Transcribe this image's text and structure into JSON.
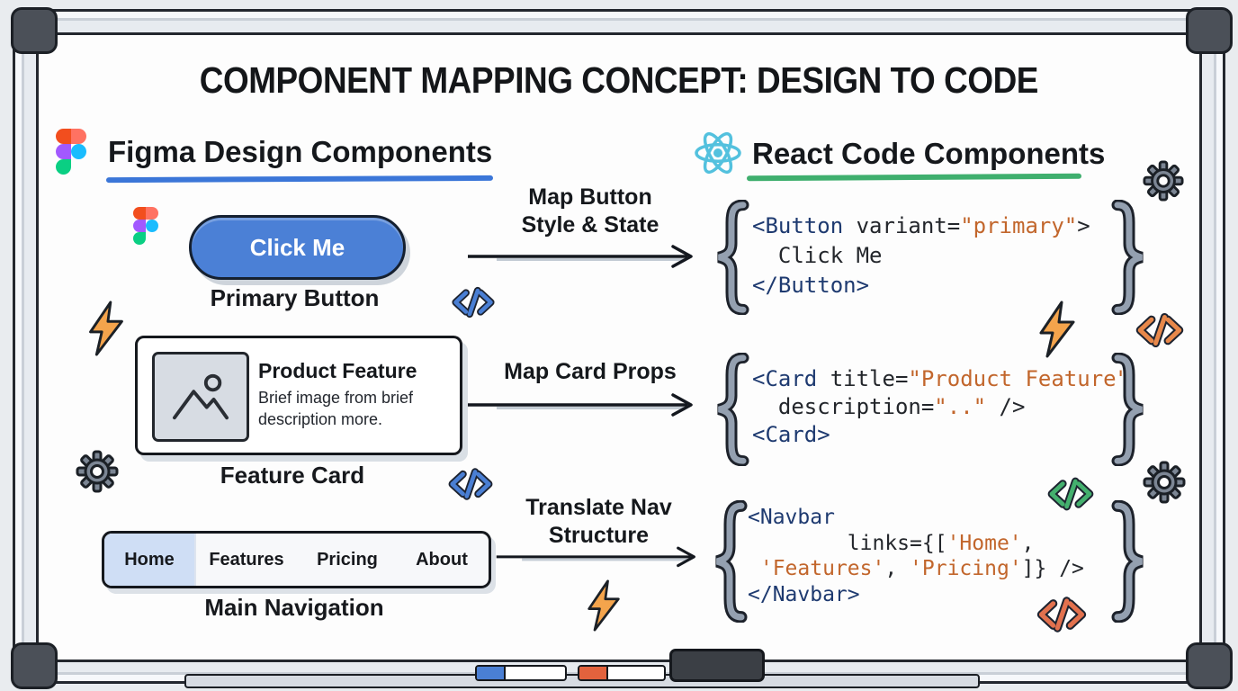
{
  "title": "COMPONENT MAPPING CONCEPT: DESIGN TO CODE",
  "left_section": {
    "header": "Figma Design Components",
    "button": {
      "text": "Click Me",
      "label": "Primary Button"
    },
    "card": {
      "title": "Product Feature",
      "description_line1": "Brief image from brief",
      "description_line2": "description more.",
      "label": "Feature Card"
    },
    "nav": {
      "items": [
        "Home",
        "Features",
        "Pricing",
        "About"
      ],
      "active_item": "Home",
      "label": "Main Navigation"
    }
  },
  "right_section": {
    "header": "React Code Components"
  },
  "arrows": [
    {
      "label_line1": "Map Button",
      "label_line2": "Style & State"
    },
    {
      "label_line1": "Map Card Props",
      "label_line2": ""
    },
    {
      "label_line1": "Translate Nav",
      "label_line2": "Structure"
    }
  ],
  "code_blocks": [
    {
      "lines": [
        [
          {
            "t": "<Button",
            "c": "tag"
          },
          {
            "t": " variant=",
            "c": "pln"
          },
          {
            "t": "\"primary\"",
            "c": "str"
          },
          {
            "t": ">",
            "c": "pln"
          }
        ],
        [
          {
            "t": "  Click Me",
            "c": "pln"
          }
        ],
        [
          {
            "t": "</Button>",
            "c": "tag"
          }
        ]
      ]
    },
    {
      "lines": [
        [
          {
            "t": "<Card",
            "c": "tag"
          },
          {
            "t": " title=",
            "c": "pln"
          },
          {
            "t": "\"Product Feature\"",
            "c": "str"
          }
        ],
        [
          {
            "t": "  description=",
            "c": "pln"
          },
          {
            "t": "\"..\"",
            "c": "str"
          },
          {
            "t": " />",
            "c": "pln"
          }
        ],
        [
          {
            "t": "<Card>",
            "c": "tag"
          }
        ]
      ]
    },
    {
      "lines": [
        [
          {
            "t": "<Navbar",
            "c": "tag"
          }
        ],
        [
          {
            "t": "        links={[",
            "c": "pln"
          },
          {
            "t": "'Home'",
            "c": "str"
          },
          {
            "t": ",",
            "c": "pln"
          }
        ],
        [
          {
            "t": " ",
            "c": "pln"
          },
          {
            "t": "'Features'",
            "c": "str"
          },
          {
            "t": ", ",
            "c": "pln"
          },
          {
            "t": "'Pricing'",
            "c": "str"
          },
          {
            "t": "]} />",
            "c": "pln"
          }
        ],
        [
          {
            "t": "</Navbar>",
            "c": "tag"
          }
        ]
      ]
    }
  ],
  "icons": {
    "figma-logo": "figma",
    "react-logo": "react-atom",
    "gear-icon": "gear",
    "lightning-icon": "lightning-bolt",
    "code-icon": "</>",
    "image-placeholder-icon": "picture"
  },
  "colors": {
    "accent_blue_underline": "#3B76D8",
    "accent_green_underline": "#3FAF6E",
    "button_blue": "#4B80D6",
    "nav_active_bg": "#CFDEF5",
    "code_tag_navy": "#1E3A70",
    "code_string_orange": "#C2662C",
    "bolt_orange": "#F4A44C",
    "code_icon_blue": "#4A7FD4",
    "code_icon_green": "#44B06E",
    "code_icon_orange": "#E8884A",
    "code_icon_red_orange": "#E2714E",
    "gear_gray": "#7C8694",
    "brace_gray": "#94A0B0"
  }
}
